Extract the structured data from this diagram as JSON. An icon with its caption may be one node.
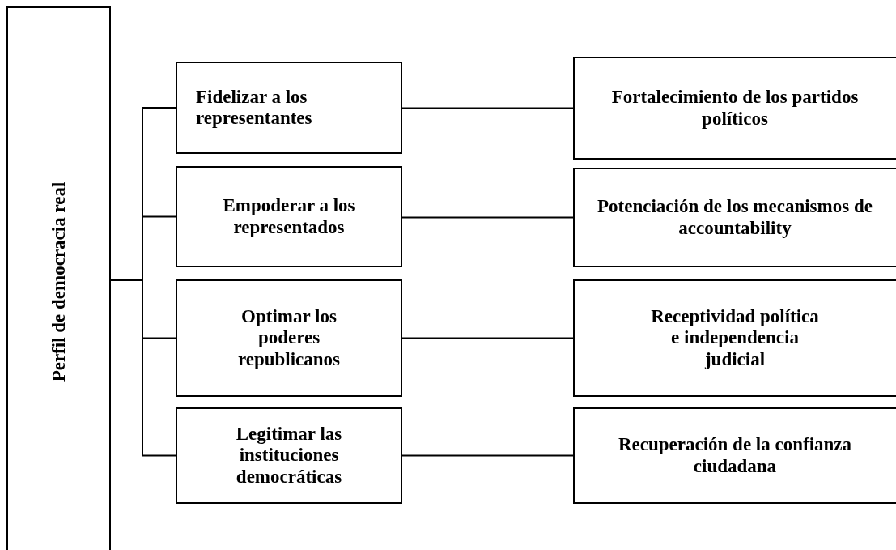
{
  "diagram": {
    "nodes": [
      {
        "text": [
          "Perfil de democracia real"
        ]
      },
      {
        "text": [
          "Fidelizar a los representantes"
        ]
      },
      {
        "text": [
          "Fortalecimiento de los partidos políticos"
        ]
      },
      {
        "text": [
          "Empoderar a los representados"
        ]
      },
      {
        "text": [
          "Potenciación de los mecanismos de accountability"
        ]
      },
      {
        "text": [
          "Optimar los poderes republicanos"
        ]
      },
      {
        "text": [
          "Receptividad política e independencia judicial"
        ]
      },
      {
        "text": [
          "Legitimar las instituciones democráticas"
        ]
      },
      {
        "text": [
          "Recuperación de la confianza ciudadana"
        ]
      }
    ],
    "edges": [
      {
        "from": 0,
        "to": 1,
        "arrow": "none"
      },
      {
        "from": 0,
        "to": 3,
        "arrow": "none"
      },
      {
        "from": 0,
        "to": 5,
        "arrow": "none"
      },
      {
        "from": 0,
        "to": 7,
        "arrow": "none"
      },
      {
        "from": 1,
        "to": 2,
        "arrow": "none"
      },
      {
        "from": 3,
        "to": 4,
        "arrow": "none"
      },
      {
        "from": 5,
        "to": 6,
        "arrow": "none"
      },
      {
        "from": 7,
        "to": 8,
        "arrow": "none"
      }
    ]
  }
}
